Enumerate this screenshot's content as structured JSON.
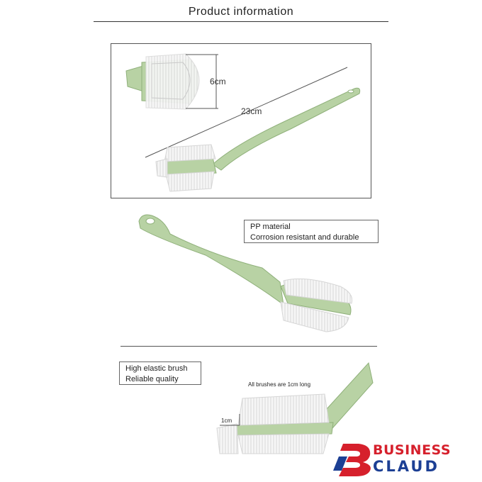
{
  "header": {
    "title": "Product information"
  },
  "dimensions": {
    "head_width": "6cm",
    "total_length": "23cm",
    "bristle_length": "1cm"
  },
  "feature_box_1": {
    "line1": "PP material",
    "line2": "Corrosion resistant and durable"
  },
  "feature_box_2": {
    "line1": "High elastic brush",
    "line2": "Reliable quality"
  },
  "note": {
    "bristles": "All brushes are 1cm long"
  },
  "brand": {
    "line1": "BUSINESS",
    "line2": "CLAUD",
    "color_red": "#d6202c",
    "color_blue": "#1c3f94"
  },
  "colors": {
    "handle": "#b8d2a4",
    "handle_dark": "#8fb07a",
    "bristle": "#f4f4f4"
  }
}
